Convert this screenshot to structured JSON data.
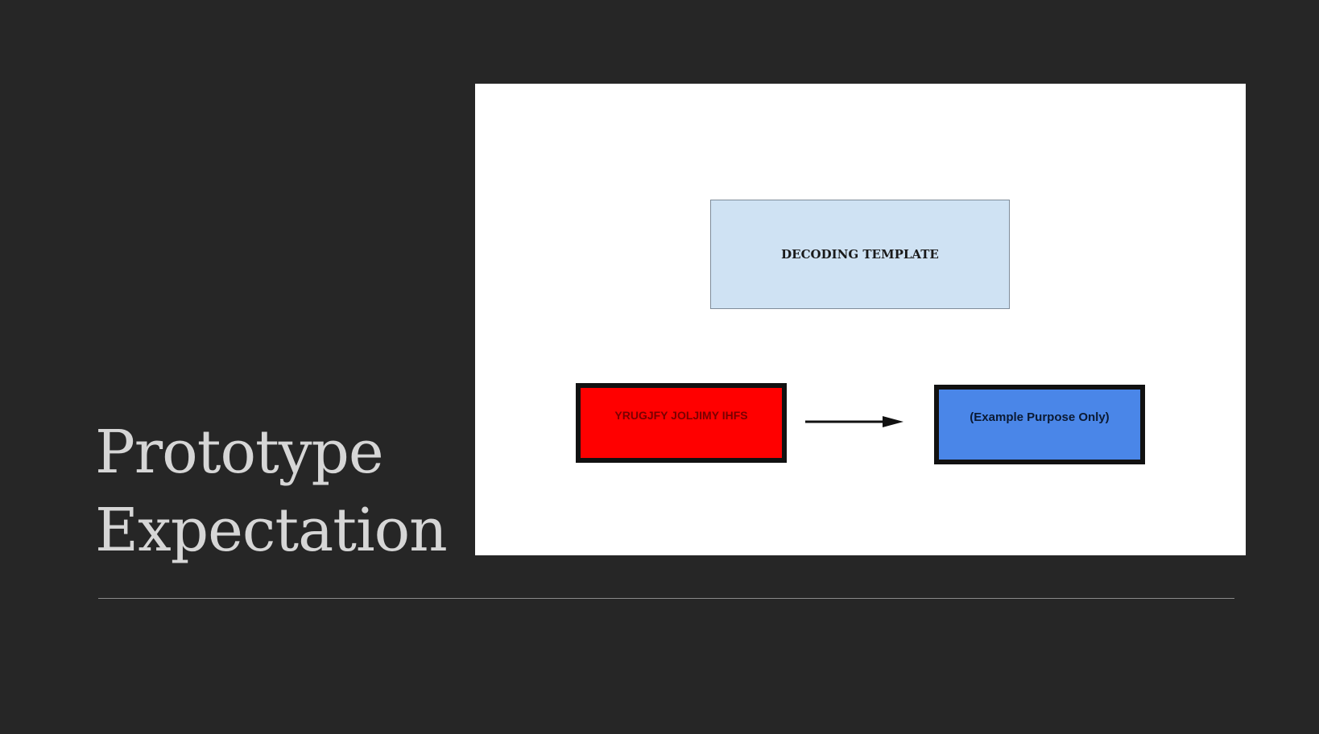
{
  "slide": {
    "title_line1": "Prototype",
    "title_line2": "Expectation"
  },
  "diagram": {
    "template_label": "DECODING TEMPLATE",
    "input_label": "YRUGJFY JOLJIMY IHFS",
    "output_label": "(Example Purpose Only)"
  },
  "colors": {
    "background": "#262626",
    "template_fill": "#cfe2f3",
    "input_fill": "#ff0000",
    "output_fill": "#4a86e8"
  },
  "icons": {
    "arrow": "right-arrow-icon"
  }
}
